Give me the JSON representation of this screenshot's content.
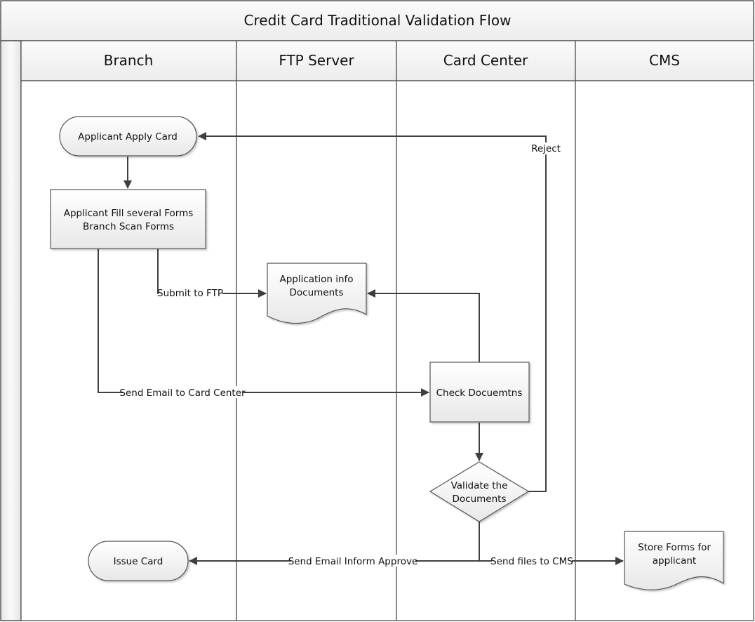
{
  "diagram": {
    "title": "Credit Card Traditional Validation Flow",
    "lanes": [
      {
        "id": "branch",
        "label": "Branch"
      },
      {
        "id": "ftp",
        "label": "FTP Server"
      },
      {
        "id": "card_center",
        "label": "Card Center"
      },
      {
        "id": "cms",
        "label": "CMS"
      }
    ],
    "nodes": {
      "apply": {
        "type": "terminator",
        "lane": "branch",
        "lines": [
          "Applicant Apply Card"
        ]
      },
      "fill_forms": {
        "type": "process",
        "lane": "branch",
        "lines": [
          "Applicant Fill several Forms",
          "Branch Scan Forms"
        ]
      },
      "app_docs": {
        "type": "document",
        "lane": "ftp",
        "lines": [
          "Application info",
          "Documents"
        ]
      },
      "check_docs": {
        "type": "process",
        "lane": "card_center",
        "lines": [
          "Check Docuemtns"
        ]
      },
      "validate": {
        "type": "decision",
        "lane": "card_center",
        "lines": [
          "Validate the",
          "Documents"
        ]
      },
      "issue_card": {
        "type": "terminator",
        "lane": "branch",
        "lines": [
          "Issue Card"
        ]
      },
      "store_forms": {
        "type": "document",
        "lane": "cms",
        "lines": [
          "Store Forms for",
          "applicant"
        ]
      }
    },
    "edges": [
      {
        "from": "apply",
        "to": "fill_forms",
        "label": ""
      },
      {
        "from": "fill_forms",
        "to": "app_docs",
        "label": "Submit to FTP"
      },
      {
        "from": "fill_forms",
        "to": "check_docs",
        "label": "Send Email to Card Center"
      },
      {
        "from": "check_docs",
        "to": "app_docs",
        "label": ""
      },
      {
        "from": "check_docs",
        "to": "validate",
        "label": ""
      },
      {
        "from": "validate",
        "to": "apply",
        "label": "Reject"
      },
      {
        "from": "validate",
        "to": "issue_card",
        "label": "Send Email Inform Approve"
      },
      {
        "from": "validate",
        "to": "store_forms",
        "label": "Send files to CMS"
      }
    ]
  },
  "colors": {
    "line": "#3f3f3f",
    "border": "#555555",
    "header_fill_top": "#fbfbfb",
    "header_fill_bottom": "#ececec",
    "shape_fill_top": "#ffffff",
    "shape_fill_bottom": "#e9e9e9"
  }
}
